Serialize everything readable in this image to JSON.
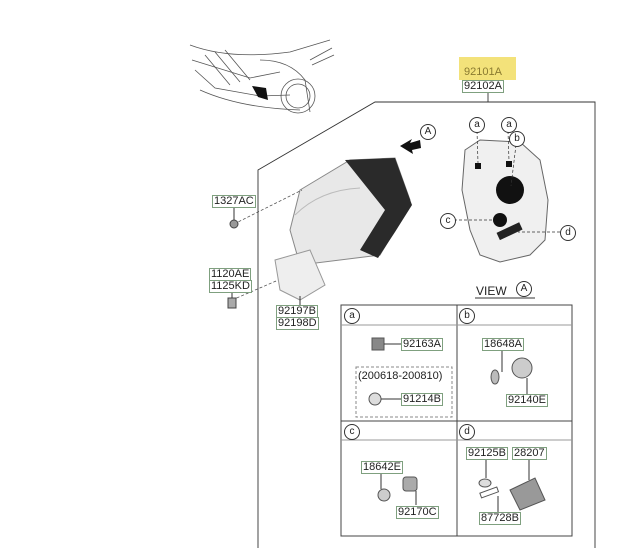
{
  "highlighted_part": "92101A",
  "main_parts": [
    "92101A",
    "92102A"
  ],
  "left_labels": {
    "nut": "1327AC",
    "bolt1": "1120AE",
    "bolt2": "1125KD",
    "bracket1": "92197B",
    "bracket2": "92198D"
  },
  "view": {
    "arrow_label": "A",
    "title": "VIEW",
    "circle": "A"
  },
  "callouts": {
    "a": "a",
    "b": "b",
    "c": "c",
    "d": "d"
  },
  "cells": {
    "a": {
      "letter": "a",
      "parts": [
        "92163A",
        "91214B"
      ],
      "date_range": "(200618-200810)"
    },
    "b": {
      "letter": "b",
      "parts": [
        "18648A",
        "92140E"
      ]
    },
    "c": {
      "letter": "c",
      "parts": [
        "18642E",
        "92170C"
      ]
    },
    "d": {
      "letter": "d",
      "parts": [
        "92125B",
        "28207",
        "87728B"
      ]
    }
  }
}
